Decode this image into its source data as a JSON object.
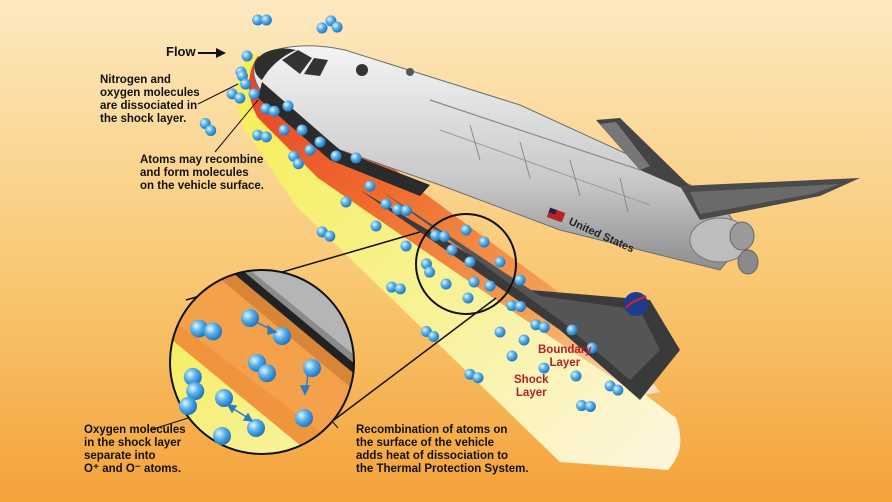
{
  "flow_label": "Flow",
  "annotations": {
    "dissociated": "Nitrogen and\noxygen molecules\nare dissociated in\nthe shock layer.",
    "recombine": "Atoms may recombine\nand form molecules\non the vehicle surface.",
    "oxygen_separate": "Oxygen molecules\nin the shock layer\nseparate into\nO⁺ and O⁻ atoms.",
    "recombination_heat": "Recombination of atoms on\nthe surface of the vehicle\nadds heat of dissociation to\nthe Thermal Protection System."
  },
  "layers": {
    "boundary": "Boundary\nLayer",
    "shock": "Shock\nLayer"
  },
  "vehicle_text": {
    "name": "United States",
    "agency_mark": "NASA"
  },
  "colors": {
    "bg_top": "#fde9c0",
    "bg_bottom": "#f4a23a",
    "boundary_red": "#e8402a",
    "boundary_orange": "#f07a2a",
    "shock_yellow": "#f6ee52",
    "molecule_blue": "#4aa6e8",
    "label_red": "#b3202a"
  }
}
